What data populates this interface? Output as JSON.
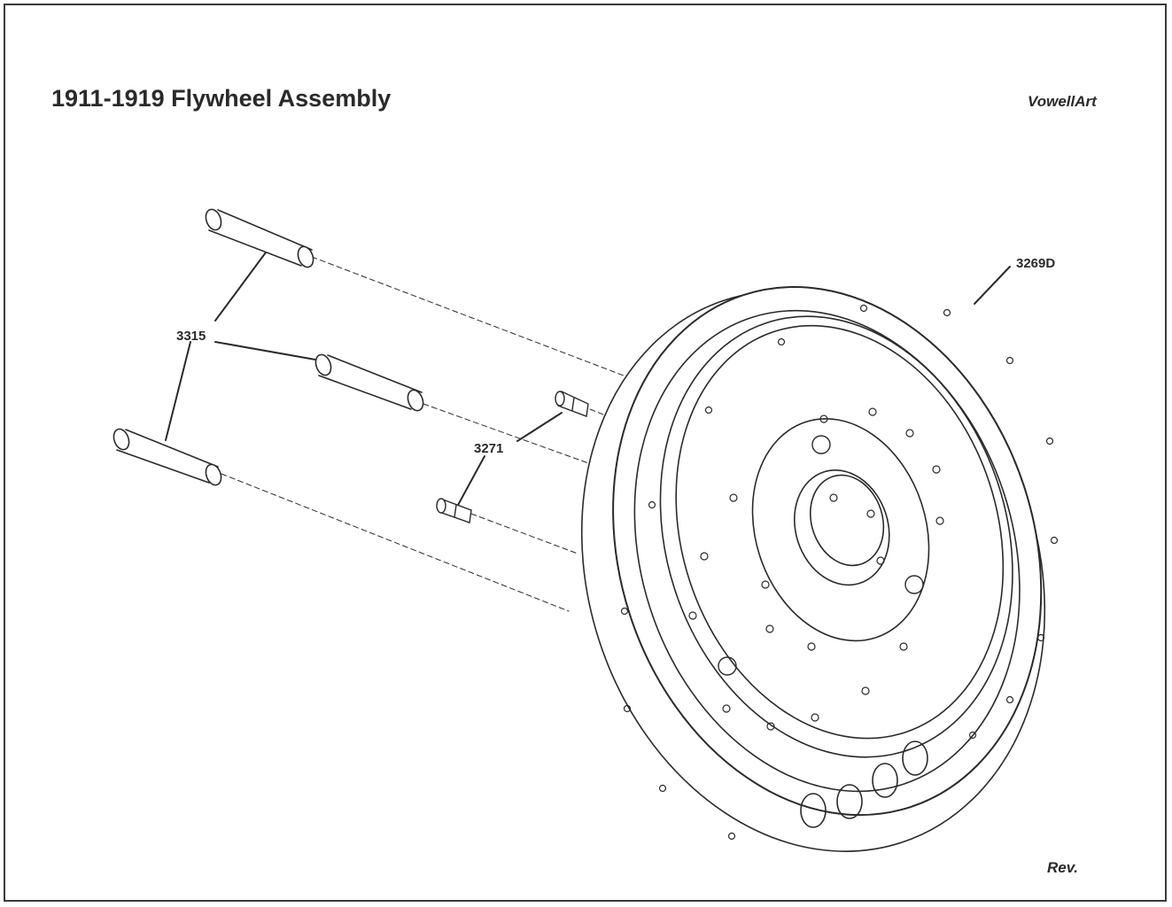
{
  "title": "1911-1919 Flywheel Assembly",
  "brand": "VowellArt",
  "revision": "Rev.",
  "callouts": {
    "flywheel": "3269D",
    "pins": "3315",
    "studs": "3271"
  },
  "colors": {
    "line": "#2a2a2a",
    "background": "#ffffff"
  }
}
